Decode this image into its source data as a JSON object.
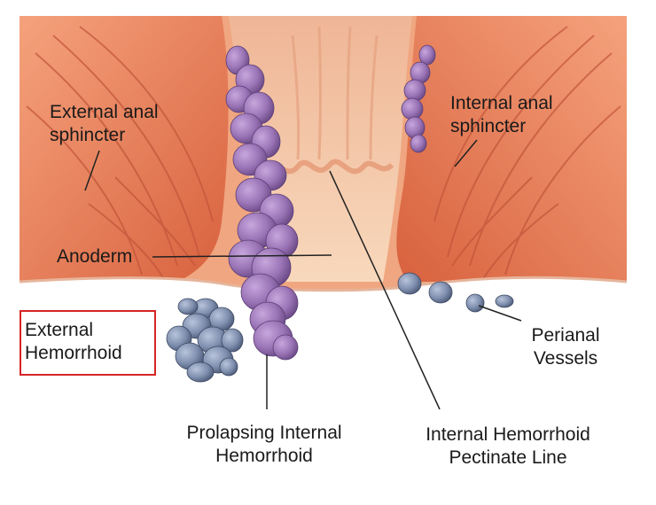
{
  "labels": {
    "external_sphincter": [
      "External anal",
      "sphincter"
    ],
    "internal_sphincter": [
      "Internal anal",
      "sphincter"
    ],
    "anoderm": "Anoderm",
    "external_hemorrhoid": [
      "External",
      "Hemorrhoid"
    ],
    "perianal_vessels": [
      "Perianal",
      "Vessels"
    ],
    "prolapsing_internal": [
      "Prolapsing Internal",
      "Hemorrhoid"
    ],
    "internal_pectinate": [
      "Internal Hemorrhoid",
      "Pectinate Line"
    ]
  },
  "colors": {
    "muscle": "#e2704a",
    "muscle_light": "#f2a07a",
    "muscle_dark": "#b94a2e",
    "anoderm": "#f6c9a2",
    "hemorrhoid_internal": "#9a74b6",
    "hemorrhoid_external": "#7f8fae",
    "highlight_box": "#d62424"
  }
}
